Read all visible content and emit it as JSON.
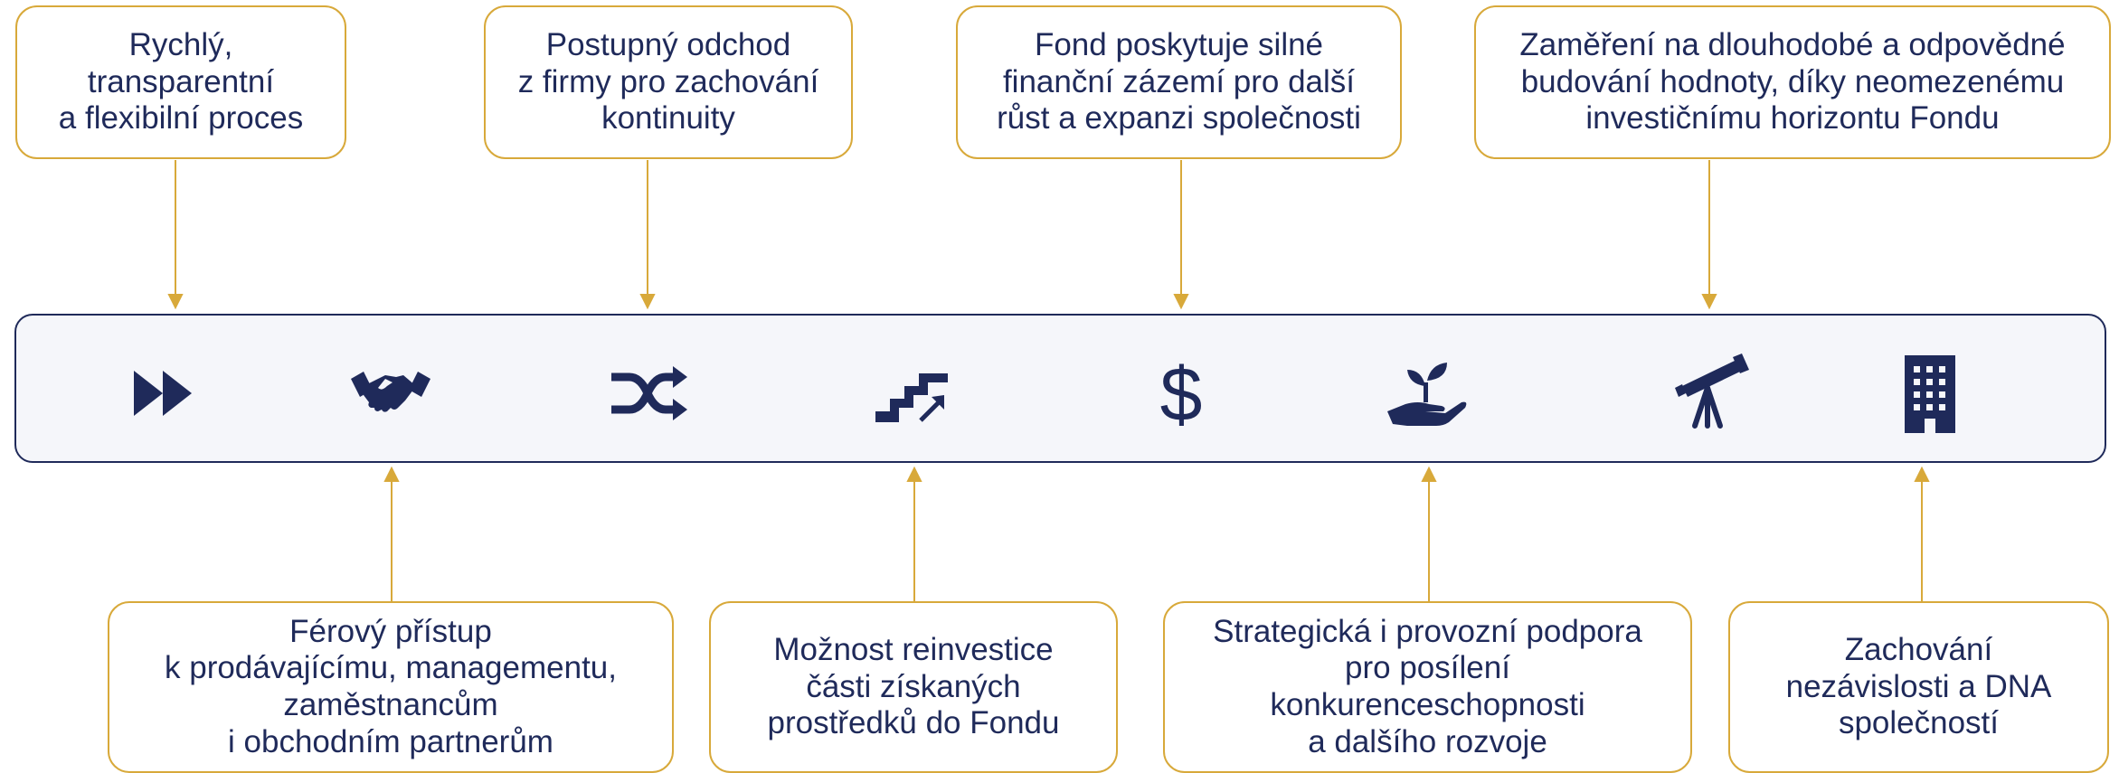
{
  "colors": {
    "navy": "#1f2a5a",
    "gold": "#d8a93a",
    "bar_fill": "#f5f6fa"
  },
  "top_boxes": [
    {
      "text": "Rychlý,\ntransparentní\na flexibilní proces"
    },
    {
      "text": "Postupný odchod\nz firmy pro zachování\nkontinuity"
    },
    {
      "text": "Fond poskytuje silné\nfinanční zázemí pro další\nrůst a expanzi společnosti"
    },
    {
      "text": "Zaměření na dlouhodobé a odpovědné\nbudování hodnoty, díky neomezenému\ninvestičnímu horizontu Fondu"
    }
  ],
  "bottom_boxes": [
    {
      "text": "Férový přístup\nk prodávajícímu, managementu,\nzaměstnancům\ni obchodním partnerům"
    },
    {
      "text": "Možnost reinvestice\nčásti získaných\nprostředků do Fondu"
    },
    {
      "text": "Strategická i provozní podpora\npro posílení\nkonkurenceschopnosti\na dalšího rozvoje"
    },
    {
      "text": "Zachování\nnezávislosti a DNA\nspolečností"
    }
  ],
  "icons": [
    "fast-forward-icon",
    "handshake-icon",
    "shuffle-icon",
    "stairs-growth-icon",
    "dollar-icon",
    "plant-in-hand-icon",
    "telescope-icon",
    "building-icon"
  ]
}
